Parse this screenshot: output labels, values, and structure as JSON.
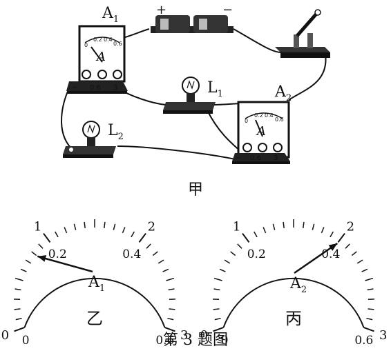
{
  "circuit": {
    "caption": "甲",
    "battery_plus": "+",
    "battery_minus": "−",
    "ammeter_a1": {
      "name": "A",
      "sub": "1",
      "face_letter": "A",
      "scale": [
        "0",
        "0.2",
        "0.4",
        "0.6"
      ],
      "terminals": [
        "−",
        "0.6",
        "3"
      ]
    },
    "ammeter_a2": {
      "name": "A",
      "sub": "2",
      "face_letter": "A",
      "scale": [
        "0",
        "0.2",
        "0.4",
        "0.6"
      ],
      "terminals": [
        "−",
        "0.6",
        "3"
      ]
    },
    "lamp_l1": {
      "name": "L",
      "sub": "1"
    },
    "lamp_l2": {
      "name": "L",
      "sub": "2"
    }
  },
  "dials": {
    "yi": {
      "caption": "乙",
      "outer_labels": [
        "0",
        "1",
        "2",
        "3"
      ],
      "inner_labels": [
        "0",
        "0.2",
        "0.4",
        "0.6"
      ],
      "pointer_name": "A",
      "pointer_sub": "1",
      "reading_fraction": 0.2667
    },
    "bing": {
      "caption": "丙",
      "outer_labels": [
        "0",
        "1",
        "2",
        "3"
      ],
      "inner_labels": [
        "0",
        "0.2",
        "0.4",
        "0.6"
      ],
      "pointer_name": "A",
      "pointer_sub": "2",
      "reading_fraction": 0.6667
    }
  },
  "figure_caption": "第 3 题图"
}
